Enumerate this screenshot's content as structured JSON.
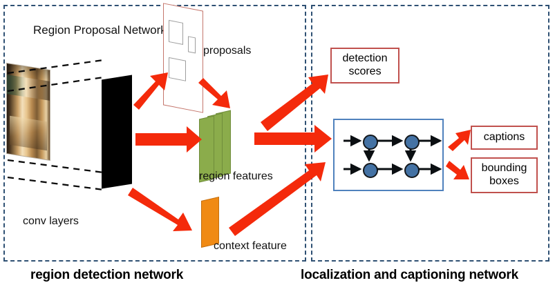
{
  "figure": {
    "panels": [
      {
        "id": "region-detection",
        "caption": "region detection network"
      },
      {
        "id": "localization-captioning",
        "caption": "localization and captioning network"
      }
    ]
  },
  "left_panel": {
    "title": "Region Proposal Network",
    "labels": {
      "conv_layers": "conv layers",
      "proposals": "proposals",
      "region_features": "region features",
      "context_feature": "context feature"
    },
    "bottom_caption": "region detection network"
  },
  "right_panel": {
    "boxes": {
      "detection_scores": "detection\nscores",
      "detection_scores_line1": "detection",
      "detection_scores_line2": "scores",
      "captions": "captions",
      "bounding_boxes_line1": "bounding",
      "bounding_boxes_line2": "boxes"
    },
    "rnn": {
      "name": "recurrent-network-cells",
      "rows": 2,
      "columns": 2,
      "node_count": 4
    },
    "bottom_caption": "localization and captioning network"
  },
  "colors": {
    "arrow_red": "#F42A0B",
    "box_border_red": "#C0504D",
    "rnn_border_blue": "#4F81BD",
    "rnn_node_blue": "#4472A4",
    "region_feature_green": "#8BAC4B",
    "context_feature_orange": "#F08A14",
    "proposal_plane_outline": "#C4756B",
    "panel_dash_blue": "#2E5073",
    "feature_map_black": "#000000"
  },
  "icons": {
    "input_image": "input-photograph-icon",
    "feature_map": "feature-map-plane-icon"
  }
}
